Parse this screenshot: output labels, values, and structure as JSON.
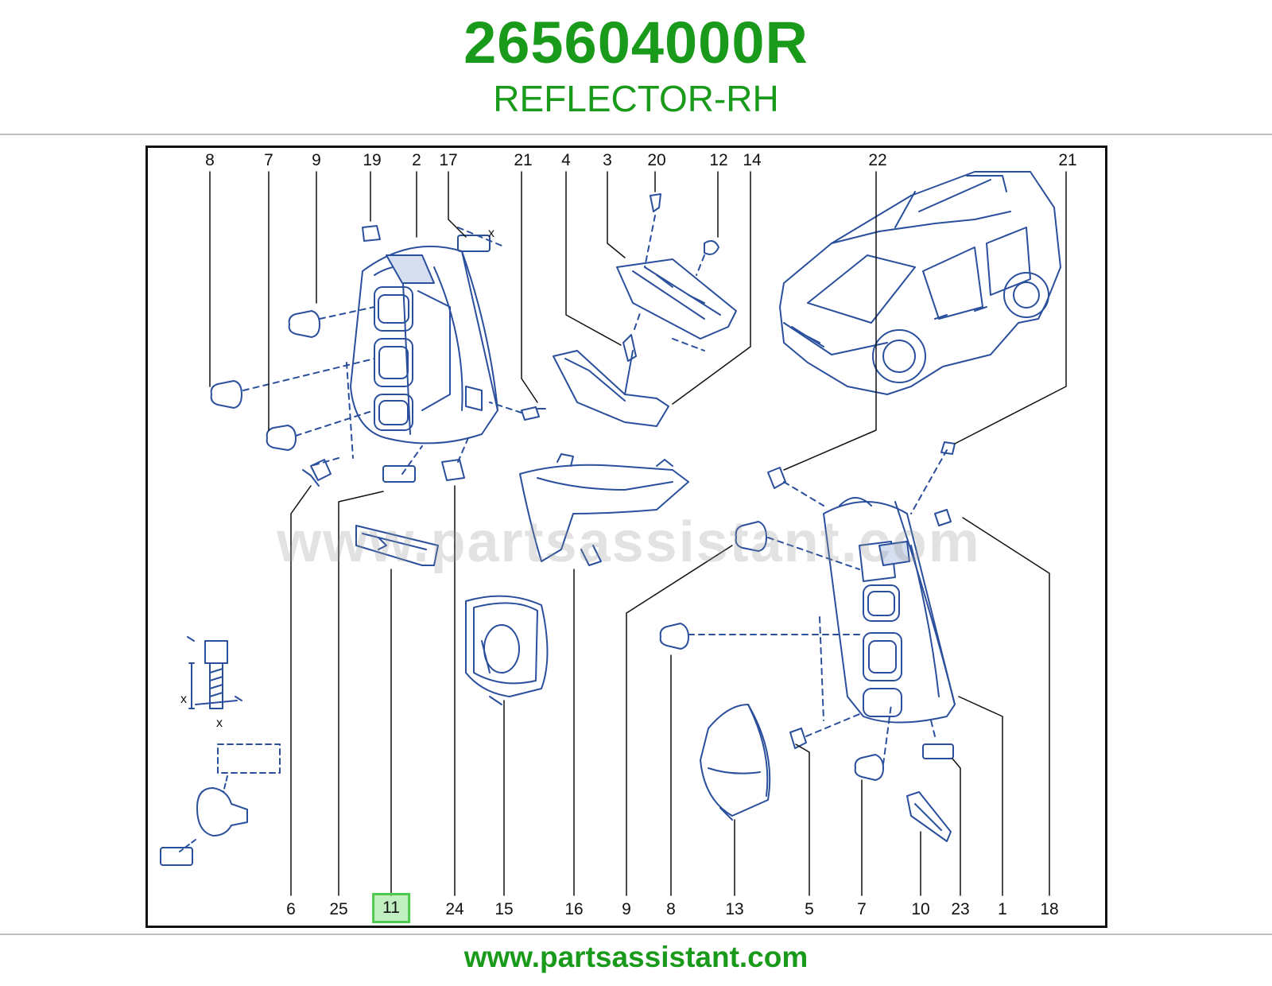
{
  "header": {
    "part_number": "265604000R",
    "part_name": "REFLECTOR-RH"
  },
  "colors": {
    "brand_green": "#1a9a1a",
    "highlight_green": "#4dc94d",
    "line_blue": "#2a4f9c"
  },
  "diagram": {
    "top_callouts": [
      "8",
      "7",
      "9",
      "19",
      "2",
      "17",
      "21",
      "4",
      "3",
      "20",
      "12",
      "14",
      "22",
      "21"
    ],
    "bottom_callouts": [
      "6",
      "25",
      "11",
      "24",
      "15",
      "16",
      "9",
      "8",
      "13",
      "5",
      "7",
      "10",
      "23",
      "1",
      "18"
    ],
    "highlighted_callout": "11",
    "watermark": "www.partsassistant.com",
    "dimension_marks": [
      "x",
      "x",
      "x"
    ]
  },
  "footer": {
    "url": "www.partsassistant.com"
  }
}
